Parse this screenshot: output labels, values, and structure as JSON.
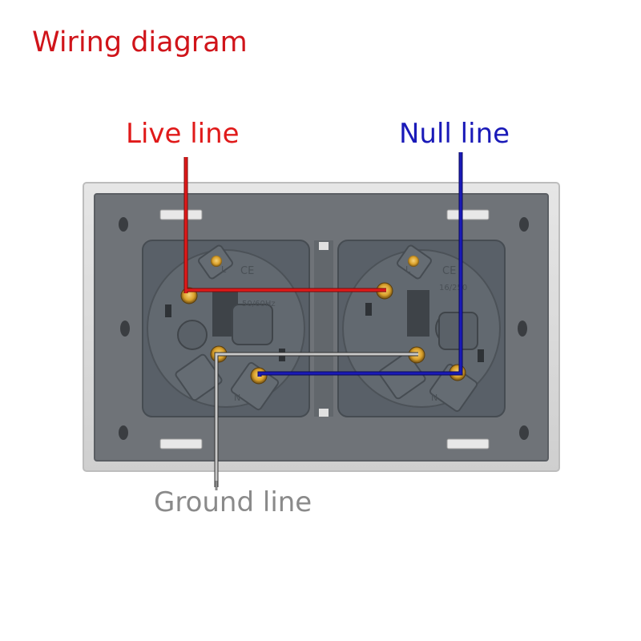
{
  "title": "Wiring diagram",
  "labels": {
    "live": "Live line",
    "null": "Null line",
    "ground": "Ground line"
  },
  "colors": {
    "title": "#d0141a",
    "live": "#e01a1a",
    "null": "#1a1ab8",
    "ground": "#8a8a8a",
    "panel": "#6f7378",
    "module": "#596068",
    "terminal": "#d9a02a"
  },
  "markings": {
    "ce": "CE",
    "rating_left": "50/60Hz",
    "rating_right": "16/250",
    "live_symbol": "L",
    "neutral_symbol": "N"
  }
}
